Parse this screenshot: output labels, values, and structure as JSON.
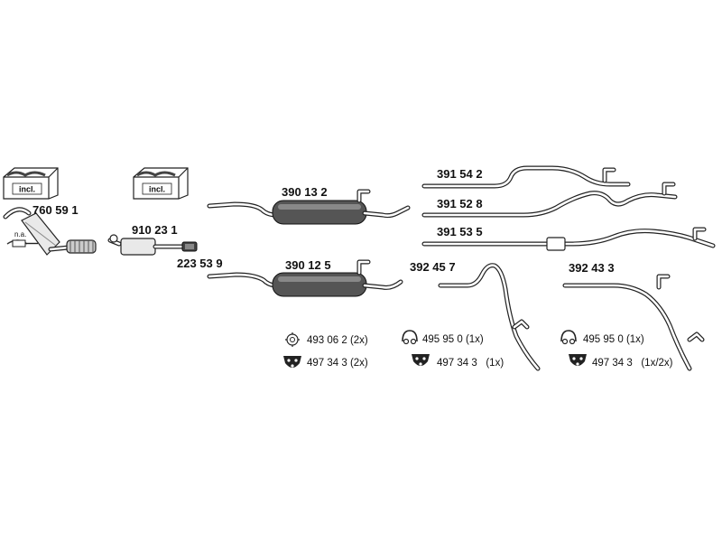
{
  "parts": {
    "p760591": "760 59 1",
    "p910231": "910 23 1",
    "p223539": "223 53 9",
    "p390132": "390 13 2",
    "p390125": "390 12 5",
    "p391542": "391 54 2",
    "p391528": "391 52 8",
    "p391535": "391 53 5",
    "p392457": "392 45 7",
    "p392433": "392 43 3"
  },
  "kit_boxes": {
    "left_label": "incl.",
    "right_label": "incl."
  },
  "sensor": {
    "label": "n.a."
  },
  "hardware": {
    "group1": {
      "clamp": "493 06 2 (2x)",
      "bracket": "497 34 3 (2x)"
    },
    "group2": {
      "hanger": "495 95 0 (1x)",
      "bracket": "497 34 3   (1x)"
    },
    "group3": {
      "hanger": "495 95 0 (1x)",
      "bracket": "497 34 3   (1x/2x)"
    }
  },
  "colors": {
    "line": "#222222",
    "muffler": "#555555",
    "background": "#ffffff"
  }
}
